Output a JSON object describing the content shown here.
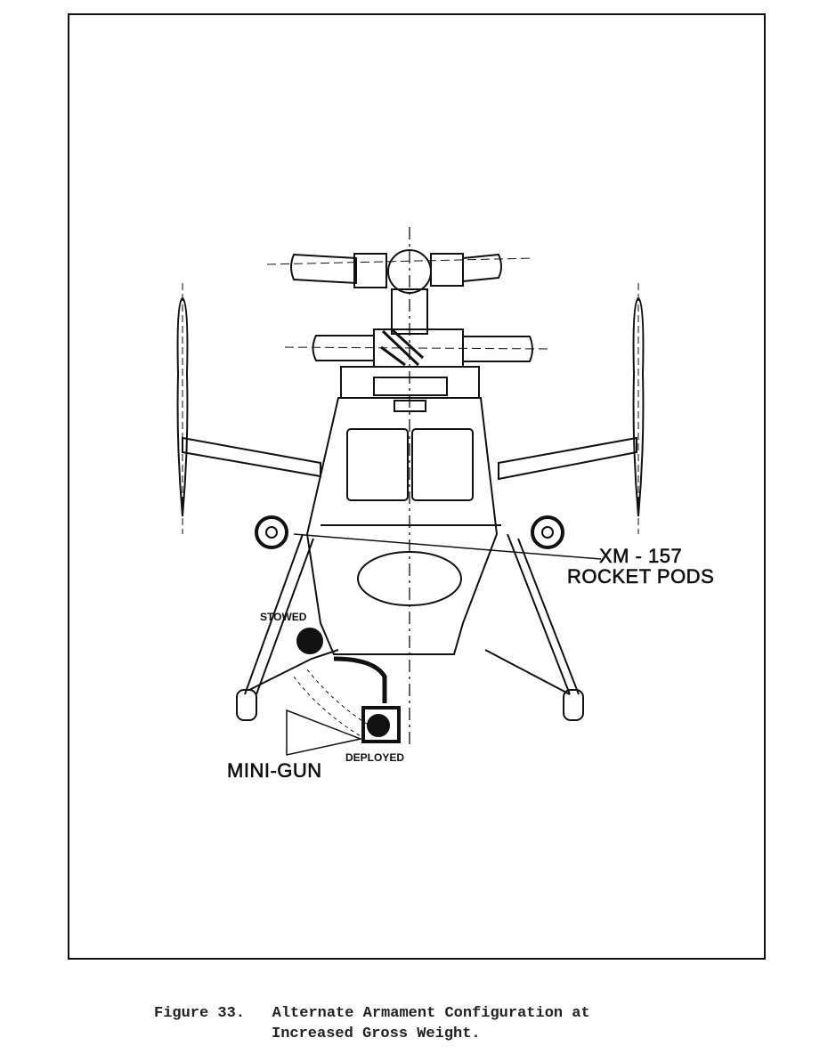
{
  "figure": {
    "labels": {
      "rocket_pods_line1": "XM - 157",
      "rocket_pods_line2": "ROCKET PODS",
      "stowed": "STOWED",
      "deployed": "DEPLOYED",
      "minigun": "MINI-GUN"
    }
  },
  "caption": {
    "number": "Figure 33.",
    "line1": "Alternate Armament Configuration at",
    "line2": "Increased Gross Weight."
  }
}
